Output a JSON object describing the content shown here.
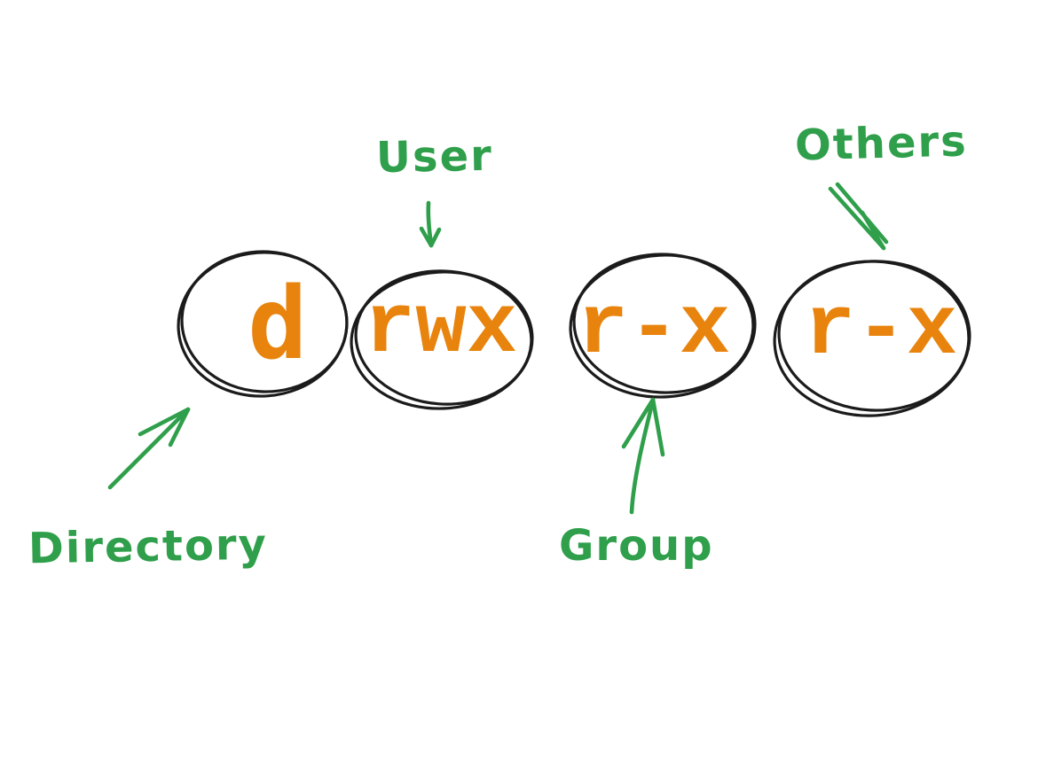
{
  "permission": {
    "display_string": "d rwx r-x r-x",
    "segments": [
      {
        "id": "type",
        "text": "d"
      },
      {
        "id": "user",
        "text": "rwx"
      },
      {
        "id": "group",
        "text": "r-x"
      },
      {
        "id": "others",
        "text": "r-x"
      }
    ]
  },
  "labels": [
    {
      "id": "user",
      "text": "User",
      "points_to": "user-permissions-circle"
    },
    {
      "id": "others",
      "text": "Others",
      "points_to": "others-permissions-circle"
    },
    {
      "id": "directory",
      "text": "Directory",
      "points_to": "type-circle"
    },
    {
      "id": "group",
      "text": "Group",
      "points_to": "group-permissions-circle"
    }
  ],
  "colors": {
    "accent_green": "#2f9f4b",
    "accent_orange": "#e8840e",
    "ink": "#1b1b1b",
    "background": "#ffffff"
  }
}
